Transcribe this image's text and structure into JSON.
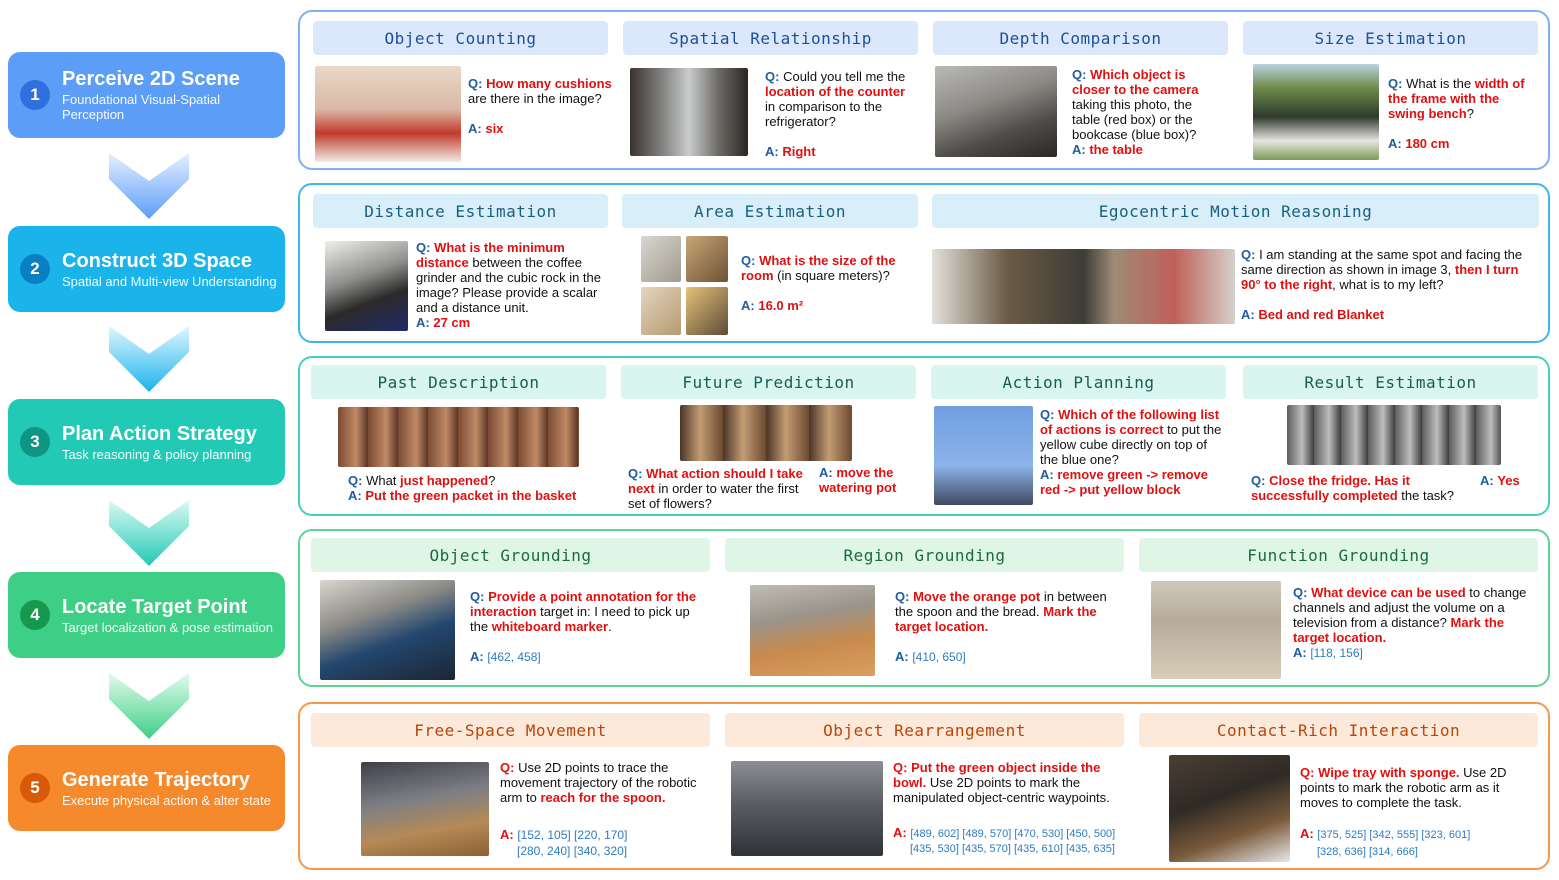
{
  "steps": [
    {
      "num": "1",
      "title": "Perceive 2D Scene",
      "sub": "Foundational Visual-Spatial Perception"
    },
    {
      "num": "2",
      "title": "Construct 3D Space",
      "sub": "Spatial and Multi-view Understanding"
    },
    {
      "num": "3",
      "title": "Plan Action Strategy",
      "sub": "Task reasoning & policy planning"
    },
    {
      "num": "4",
      "title": "Locate Target Point",
      "sub": "Target localization & pose estimation"
    },
    {
      "num": "5",
      "title": "Generate Trajectory",
      "sub": "Execute physical action & alter state"
    }
  ],
  "colors": {
    "s1": "#5b9df7",
    "s2": "#1ab3ea",
    "s3": "#22c9b5",
    "s4": "#3dcf86",
    "s5": "#f6892b"
  },
  "labels": {
    "q": "Q:",
    "a": "A:"
  },
  "p1": {
    "h": [
      "Object Counting",
      "Spatial Relationship",
      "Depth Comparison",
      "Size Estimation"
    ],
    "c1": {
      "q1": "How many cushions",
      "q2": " are there in the image?",
      "a": "six"
    },
    "c2": {
      "q1": "Could you tell me the ",
      "q2": "location of the counter",
      "q3": " in comparison to the refrigerator?",
      "a": "Right"
    },
    "c3": {
      "q1": "Which object is closer to the camera",
      "q2": " taking this photo, the table (red box) or the bookcase (blue box)?",
      "a": "the table"
    },
    "c4": {
      "q1": "What is the ",
      "q2": "width of the frame with the swing bench",
      "q3": "?",
      "a": "180 cm"
    }
  },
  "p2": {
    "h": [
      "Distance Estimation",
      "Area Estimation",
      "Egocentric Motion Reasoning"
    ],
    "c1": {
      "q1": "What is the minimum distance",
      "q2": " between the coffee grinder and the  cubic rock in the image? Please provide a scalar and a distance unit.",
      "a": "27 cm"
    },
    "c2": {
      "q1": "What is the size of the room",
      "q2": " (in square meters)?",
      "a": "16.0 m²"
    },
    "c3": {
      "q1": "I am standing at the same spot and facing the same direction as shown in image 3, ",
      "q2": "then I turn 90° to the right",
      "q3": ", what is to my left?",
      "a": "Bed and red Blanket"
    }
  },
  "p3": {
    "h": [
      "Past Description",
      "Future Prediction",
      "Action Planning",
      "Result Estimation"
    ],
    "c1": {
      "q1": "What ",
      "q2": "just happened",
      "q3": "?",
      "a": "Put the green packet in the basket"
    },
    "c2": {
      "q1": "What action should I take next",
      "q2": " in order to water the first set of flowers?",
      "a": "move the watering pot"
    },
    "c3": {
      "q1": "Which of the following list of actions is correct",
      "q2": " to put the yellow cube directly on top of the blue one?",
      "a": "remove green -> remove red -> put yellow block"
    },
    "c4": {
      "q1": "Close the fridge. Has it successfully completed",
      "q2": " the task?",
      "a": "Yes"
    }
  },
  "p4": {
    "h": [
      "Object Grounding",
      "Region Grounding",
      "Function Grounding"
    ],
    "c1": {
      "q1": "Provide a point annotation for the interaction",
      "q2": " target in: I need to pick up the ",
      "q3": "whiteboard marker",
      "q4": ".",
      "a": "[462, 458]"
    },
    "c2": {
      "q1": "Move the orange pot",
      "q2": " in between the spoon and the bread. ",
      "q3": "Mark the target location.",
      "a": "[410, 650]"
    },
    "c3": {
      "q1": "What device can be used",
      "q2": " to change channels and adjust the volume on a television from a distance? ",
      "q3": "Mark the target location.",
      "a": "[118, 156]"
    }
  },
  "p5": {
    "h": [
      "Free-Space Movement",
      "Object Rearrangement",
      "Contact-Rich Interaction"
    ],
    "c1": {
      "q1": "Use 2D points to trace the movement trajectory of the robotic arm to ",
      "q2": "reach for the spoon.",
      "a1": "[152, 105] [220, 170]",
      "a2": "[280, 240] [340, 320]"
    },
    "c2": {
      "q1": "Put the green object inside the bowl.",
      "q2": " Use 2D points to mark the manipulated object-centric waypoints.",
      "a1": "[489, 602] [489, 570] [470, 530] [450, 500]",
      "a2": "[435, 530] [435, 570] [435, 610] [435, 635]"
    },
    "c3": {
      "q1": "Wipe tray with sponge.",
      "q2": " Use 2D points to mark the robotic arm as it moves to complete the task.",
      "a1": "[375, 525] [342, 555] [323, 601]",
      "a2": "[328, 636] [314, 666]"
    }
  }
}
